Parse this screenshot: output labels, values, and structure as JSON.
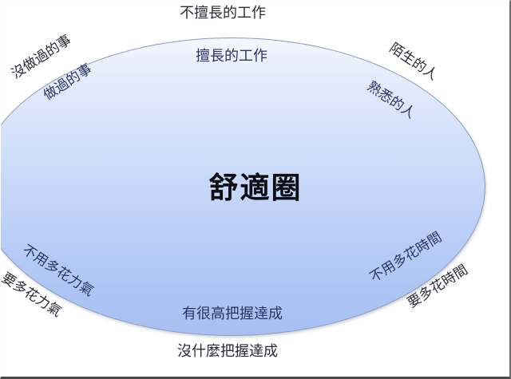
{
  "diagram": {
    "center_label": "舒適圈",
    "shape": "ellipse",
    "fill_top_color": "#f4f7fd",
    "fill_bottom_color": "#a8c0f2",
    "outline_color": "#8f9bb3",
    "background_color": "#ffffff"
  },
  "labels": {
    "top_outside": "不擅長的工作",
    "top_inside": "擅長的工作",
    "top_left_outside": "沒做過的事",
    "top_left_inside": "做過的事",
    "top_right_outside": "陌生的人",
    "top_right_inside": "熟悉的人",
    "bottom_left_inside": "不用多花力氣",
    "bottom_left_outside": "要多花力氣",
    "bottom_right_inside": "不用多花時間",
    "bottom_right_outside": "要多花時間",
    "bottom_inside": "有很高把握達成",
    "bottom_outside": "沒什麼把握達成"
  }
}
